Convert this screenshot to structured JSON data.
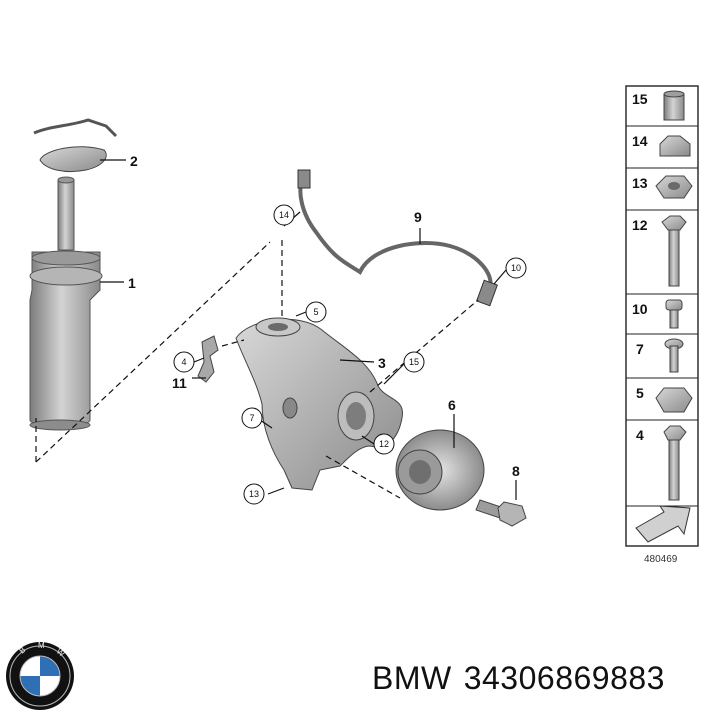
{
  "diagram": {
    "callouts": {
      "c1": "1",
      "c2": "2",
      "c3": "3",
      "c6": "6",
      "c8": "8",
      "c9": "9",
      "c11": "11"
    },
    "circled": {
      "c4": "4",
      "c5": "5",
      "c7": "7",
      "c10": "10",
      "c12": "12",
      "c13": "13",
      "c14": "14",
      "c15": "15"
    },
    "side_panel": {
      "items": [
        "15",
        "14",
        "13",
        "12",
        "10",
        "7",
        "5",
        "4"
      ],
      "figure_number": "480469"
    }
  },
  "footer": {
    "brand": "BMW",
    "part_number": "34306869883"
  },
  "colors": {
    "line": "#111111",
    "part_fill": "#b9b9b9",
    "part_dark": "#7d7d7d",
    "panel_border": "#222222"
  }
}
